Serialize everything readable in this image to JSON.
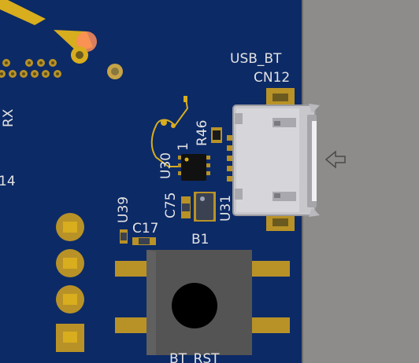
{
  "board": {
    "colors": {
      "substrate": "#0c2a66",
      "copper": "#d8ad1e",
      "pad": "#b89227",
      "silkscreen": "#e2e2e2",
      "enclosure": "#8e8c8b",
      "connector_metal": "#c8c8cc",
      "component_body": "#1a1a1a",
      "button_body": "#545454",
      "button_cap": "#000000",
      "ratsnest_highlight": "#ff8d5c"
    },
    "labels": {
      "rx": "RX",
      "num14": "14",
      "usb_bt": "USB_BT",
      "cn12": "CN12",
      "r46": "R46",
      "u30": "U30",
      "pin1": "1",
      "c75": "C75",
      "u31": "U31",
      "u39": "U39",
      "c17": "C17",
      "b1": "B1",
      "bt_rst": "BT_RST"
    },
    "icons": {
      "connector_direction": "left-arrow-icon"
    }
  }
}
